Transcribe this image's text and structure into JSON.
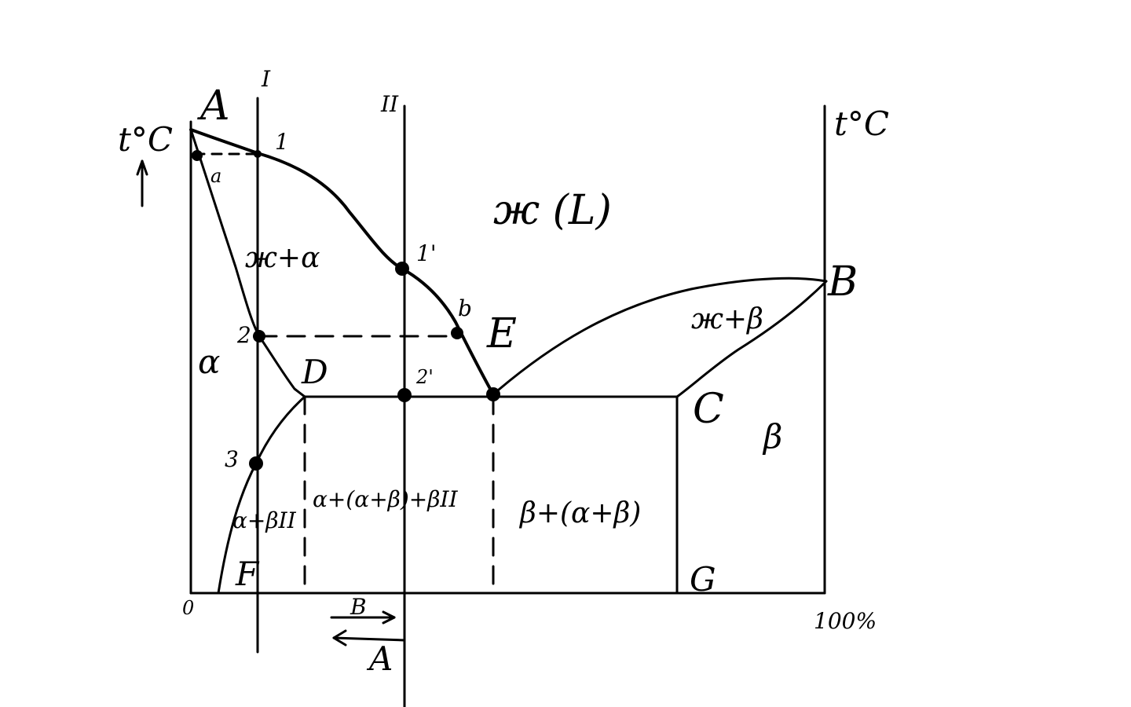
{
  "labels": {
    "vertex_a": "A",
    "vertex_b": "B",
    "vertex_c": "C",
    "vertex_d": "D",
    "vertex_e": "E",
    "vertex_f": "F",
    "vertex_g": "G",
    "vertical_line_1": "I",
    "vertical_line_2": "II",
    "temp_axis_left": "t°C",
    "temp_axis_right": "t°C",
    "point_a": "a",
    "point_1": "1",
    "point_1_prime": "1'",
    "point_2": "2",
    "point_2_prime": "2'",
    "point_3": "3",
    "point_b": "b",
    "axis_origin": "0",
    "axis_end": "100%",
    "arrow_b": "B",
    "arrow_a": "A"
  },
  "regions": {
    "liquid": "ж (L)",
    "liquid_alpha": "ж+α",
    "liquid_beta": "ж+β",
    "alpha": "α",
    "beta": "β",
    "alpha_beta_ii": "α+βII",
    "hypoeutectic": "α+(α+β)+βII",
    "hypereutectic": "β+(α+β)"
  }
}
